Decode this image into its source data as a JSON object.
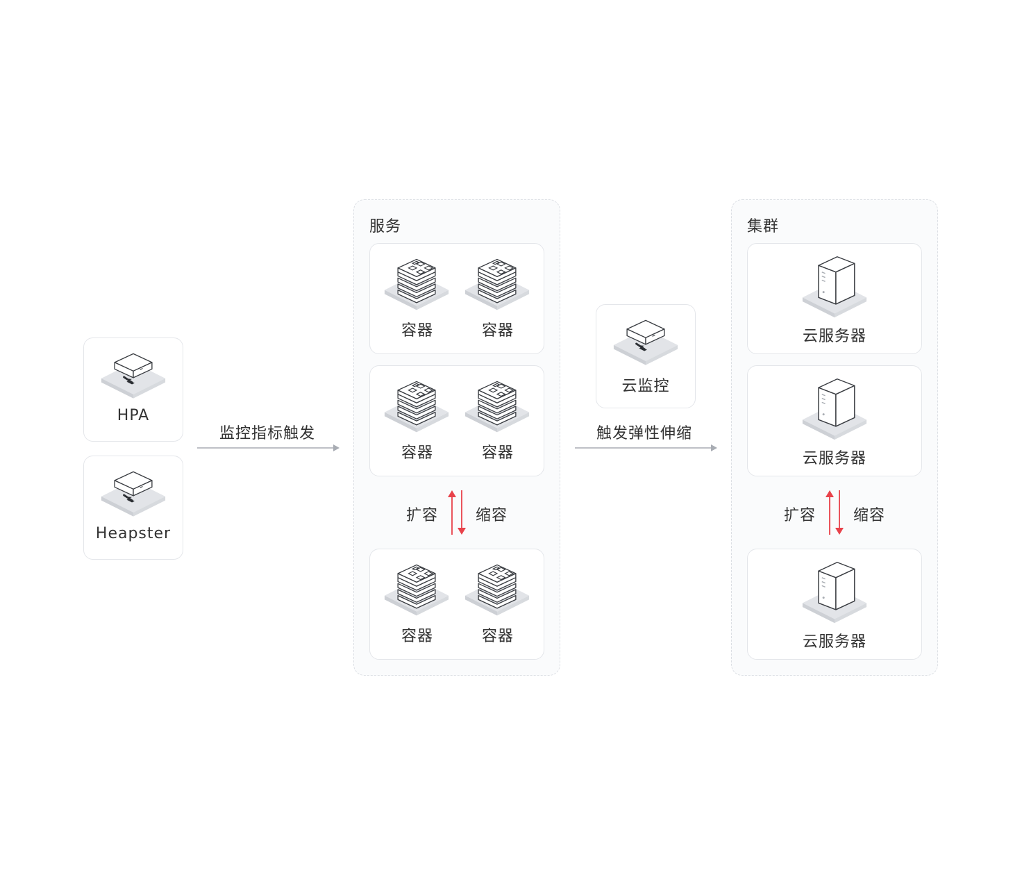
{
  "left": {
    "hpa_label": "HPA",
    "heapster_label": "Heapster"
  },
  "arrows": {
    "monitor_trigger": "监控指标触发",
    "trigger_scaling": "触发弹性伸缩"
  },
  "service": {
    "title": "服务",
    "container_label": "容器",
    "scale_out": "扩容",
    "scale_in": "缩容"
  },
  "cloud_monitor": {
    "label": "云监控"
  },
  "cluster": {
    "title": "集群",
    "server_label": "云服务器",
    "scale_out": "扩容",
    "scale_in": "缩容"
  },
  "colors": {
    "accent_red": "#e8424a",
    "arrow_gray": "#a8acb3",
    "border": "#e4e6ea",
    "icon_stroke": "#3a3d42",
    "icon_base": "#e2e4e8"
  }
}
